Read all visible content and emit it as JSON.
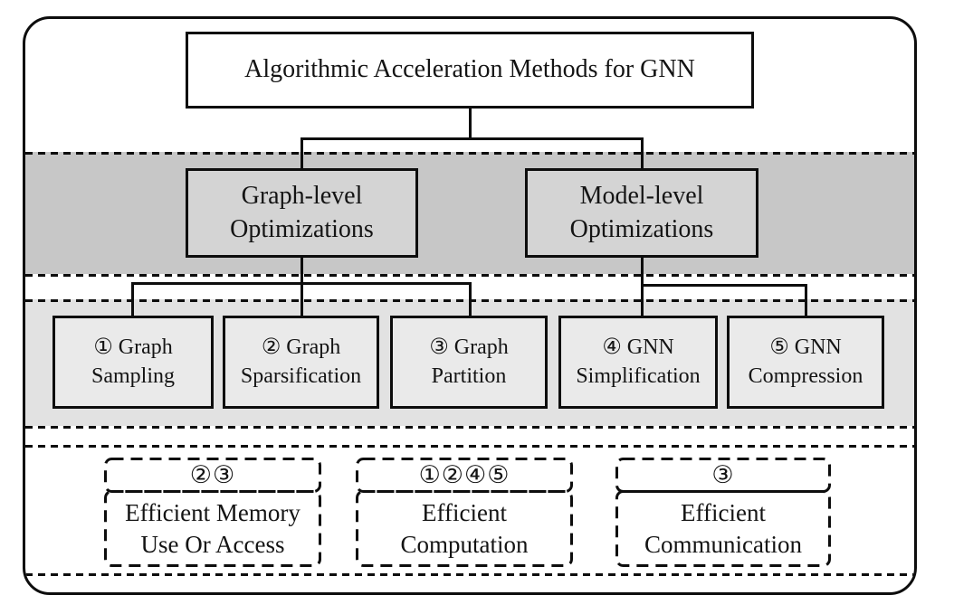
{
  "figure": {
    "level1": {
      "title": "Algorithmic Acceleration Methods for GNN"
    },
    "level2": {
      "items": [
        {
          "label": "Graph-level\nOptimizations"
        },
        {
          "label": "Model-level\nOptimizations"
        }
      ]
    },
    "level3": {
      "items": [
        {
          "label": "①  Graph\nSampling"
        },
        {
          "label": "②  Graph\nSparsification"
        },
        {
          "label": "③  Graph\nPartition"
        },
        {
          "label": "④ GNN\nSimplification"
        },
        {
          "label": "⑤ GNN\nCompression"
        }
      ]
    },
    "bottom_groups": {
      "items": [
        {
          "refs": "②③",
          "label": "Efficient Memory\nUse Or Access"
        },
        {
          "refs": "①②④⑤",
          "label": "Efficient\nComputation"
        },
        {
          "refs": "③",
          "label": "Efficient\nCommunication"
        }
      ]
    }
  },
  "colors": {
    "band_mid": "#c7c7c7",
    "band_light": "#e2e2e2",
    "box_mid": "#d4d4d4",
    "box_light": "#eaeaea",
    "line": "#0d0d0d"
  }
}
